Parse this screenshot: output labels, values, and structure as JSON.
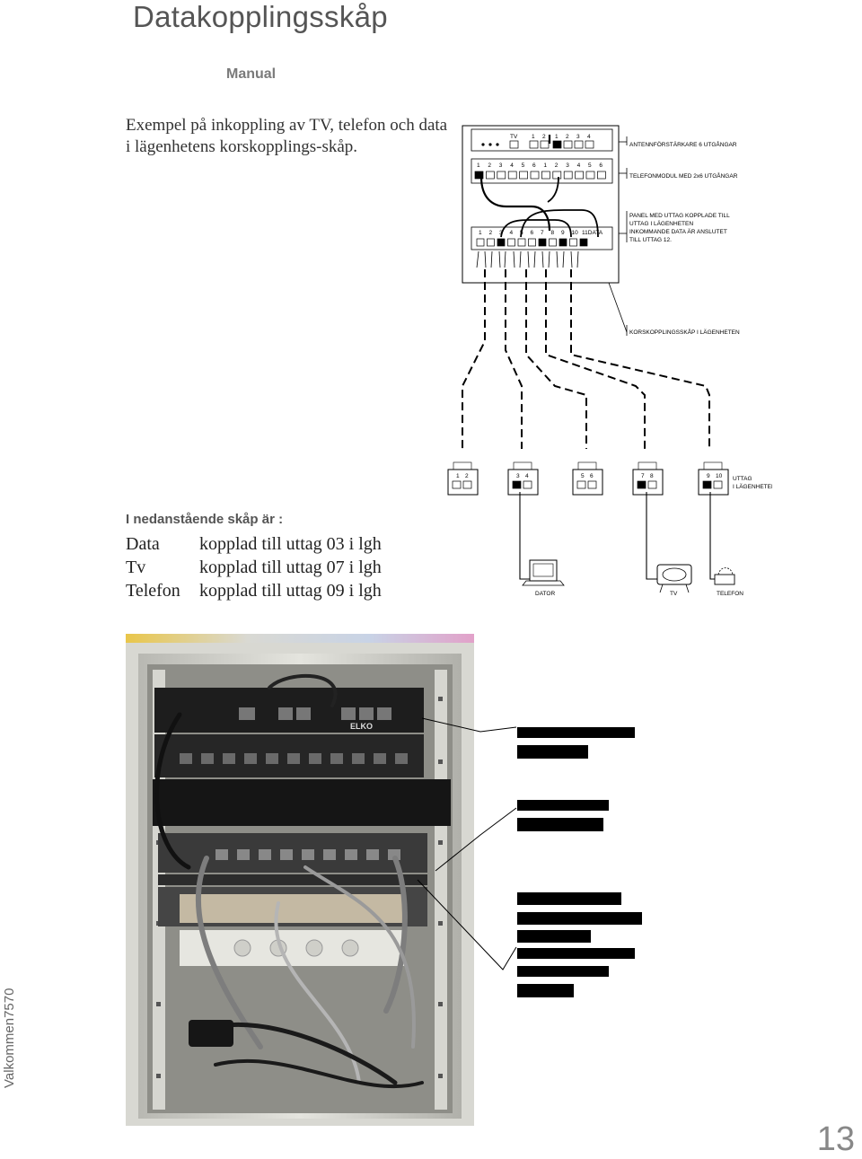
{
  "header": {
    "title": "Datakopplingsskåp",
    "subtitle": "Manual"
  },
  "intro": {
    "text": "Exempel på inkoppling av TV, telefon och data i lägenhetens korskopplings-skåp."
  },
  "cabinet": {
    "heading": "I nedanstående skåp är :",
    "rows": [
      {
        "key": "Data",
        "value": "kopplad till uttag 03 i lgh"
      },
      {
        "key": "Tv",
        "value": "kopplad till uttag 07 i lgh"
      },
      {
        "key": "Telefon",
        "value": "kopplad till uttag 09 i lgh"
      }
    ]
  },
  "diagram": {
    "top_labels": {
      "tv": "TV",
      "p1": "1",
      "p2": "2",
      "p3": "1",
      "p4": "2",
      "p5": "3",
      "p6": "4"
    },
    "row2_nums": [
      "1",
      "2",
      "3",
      "4",
      "5",
      "6",
      "1",
      "2",
      "3",
      "4",
      "5",
      "6"
    ],
    "row3_nums": [
      "1",
      "2",
      "3",
      "4",
      "5",
      "6",
      "7",
      "8",
      "9",
      "10",
      "11DATA"
    ],
    "labels": {
      "antenna": "ANTENNFÖRSTÄRKARE 6 UTGÅNGAR",
      "telmod": "TELEFONMODUL MED 2x6 UTGÅNGAR",
      "panel1": "PANEL MED UTTAG KOPPLADE TILL",
      "panel2": "UTTAG I LÄGENHETEN",
      "panel3": "INKOMMANDE DATA ÄR ANSLUTET",
      "panel4": "TILL UTTAG 12.",
      "cabinet": "KORSKOPPLINGSSKÅP I LÄGENHETEN",
      "outlet1": "UTTAG",
      "outlet2": "I LÄGENHETEN",
      "dator": "DATOR",
      "tv": "TV",
      "telefon": "TELEFON"
    },
    "outlets": [
      {
        "a": "1",
        "b": "2"
      },
      {
        "a": "3",
        "b": "4"
      },
      {
        "a": "5",
        "b": "6"
      },
      {
        "a": "7",
        "b": "8"
      },
      {
        "a": "9",
        "b": "10"
      }
    ]
  },
  "photo": {
    "brand": "ELKO"
  },
  "footer": {
    "text": "Valkommen7570",
    "page": "13"
  }
}
